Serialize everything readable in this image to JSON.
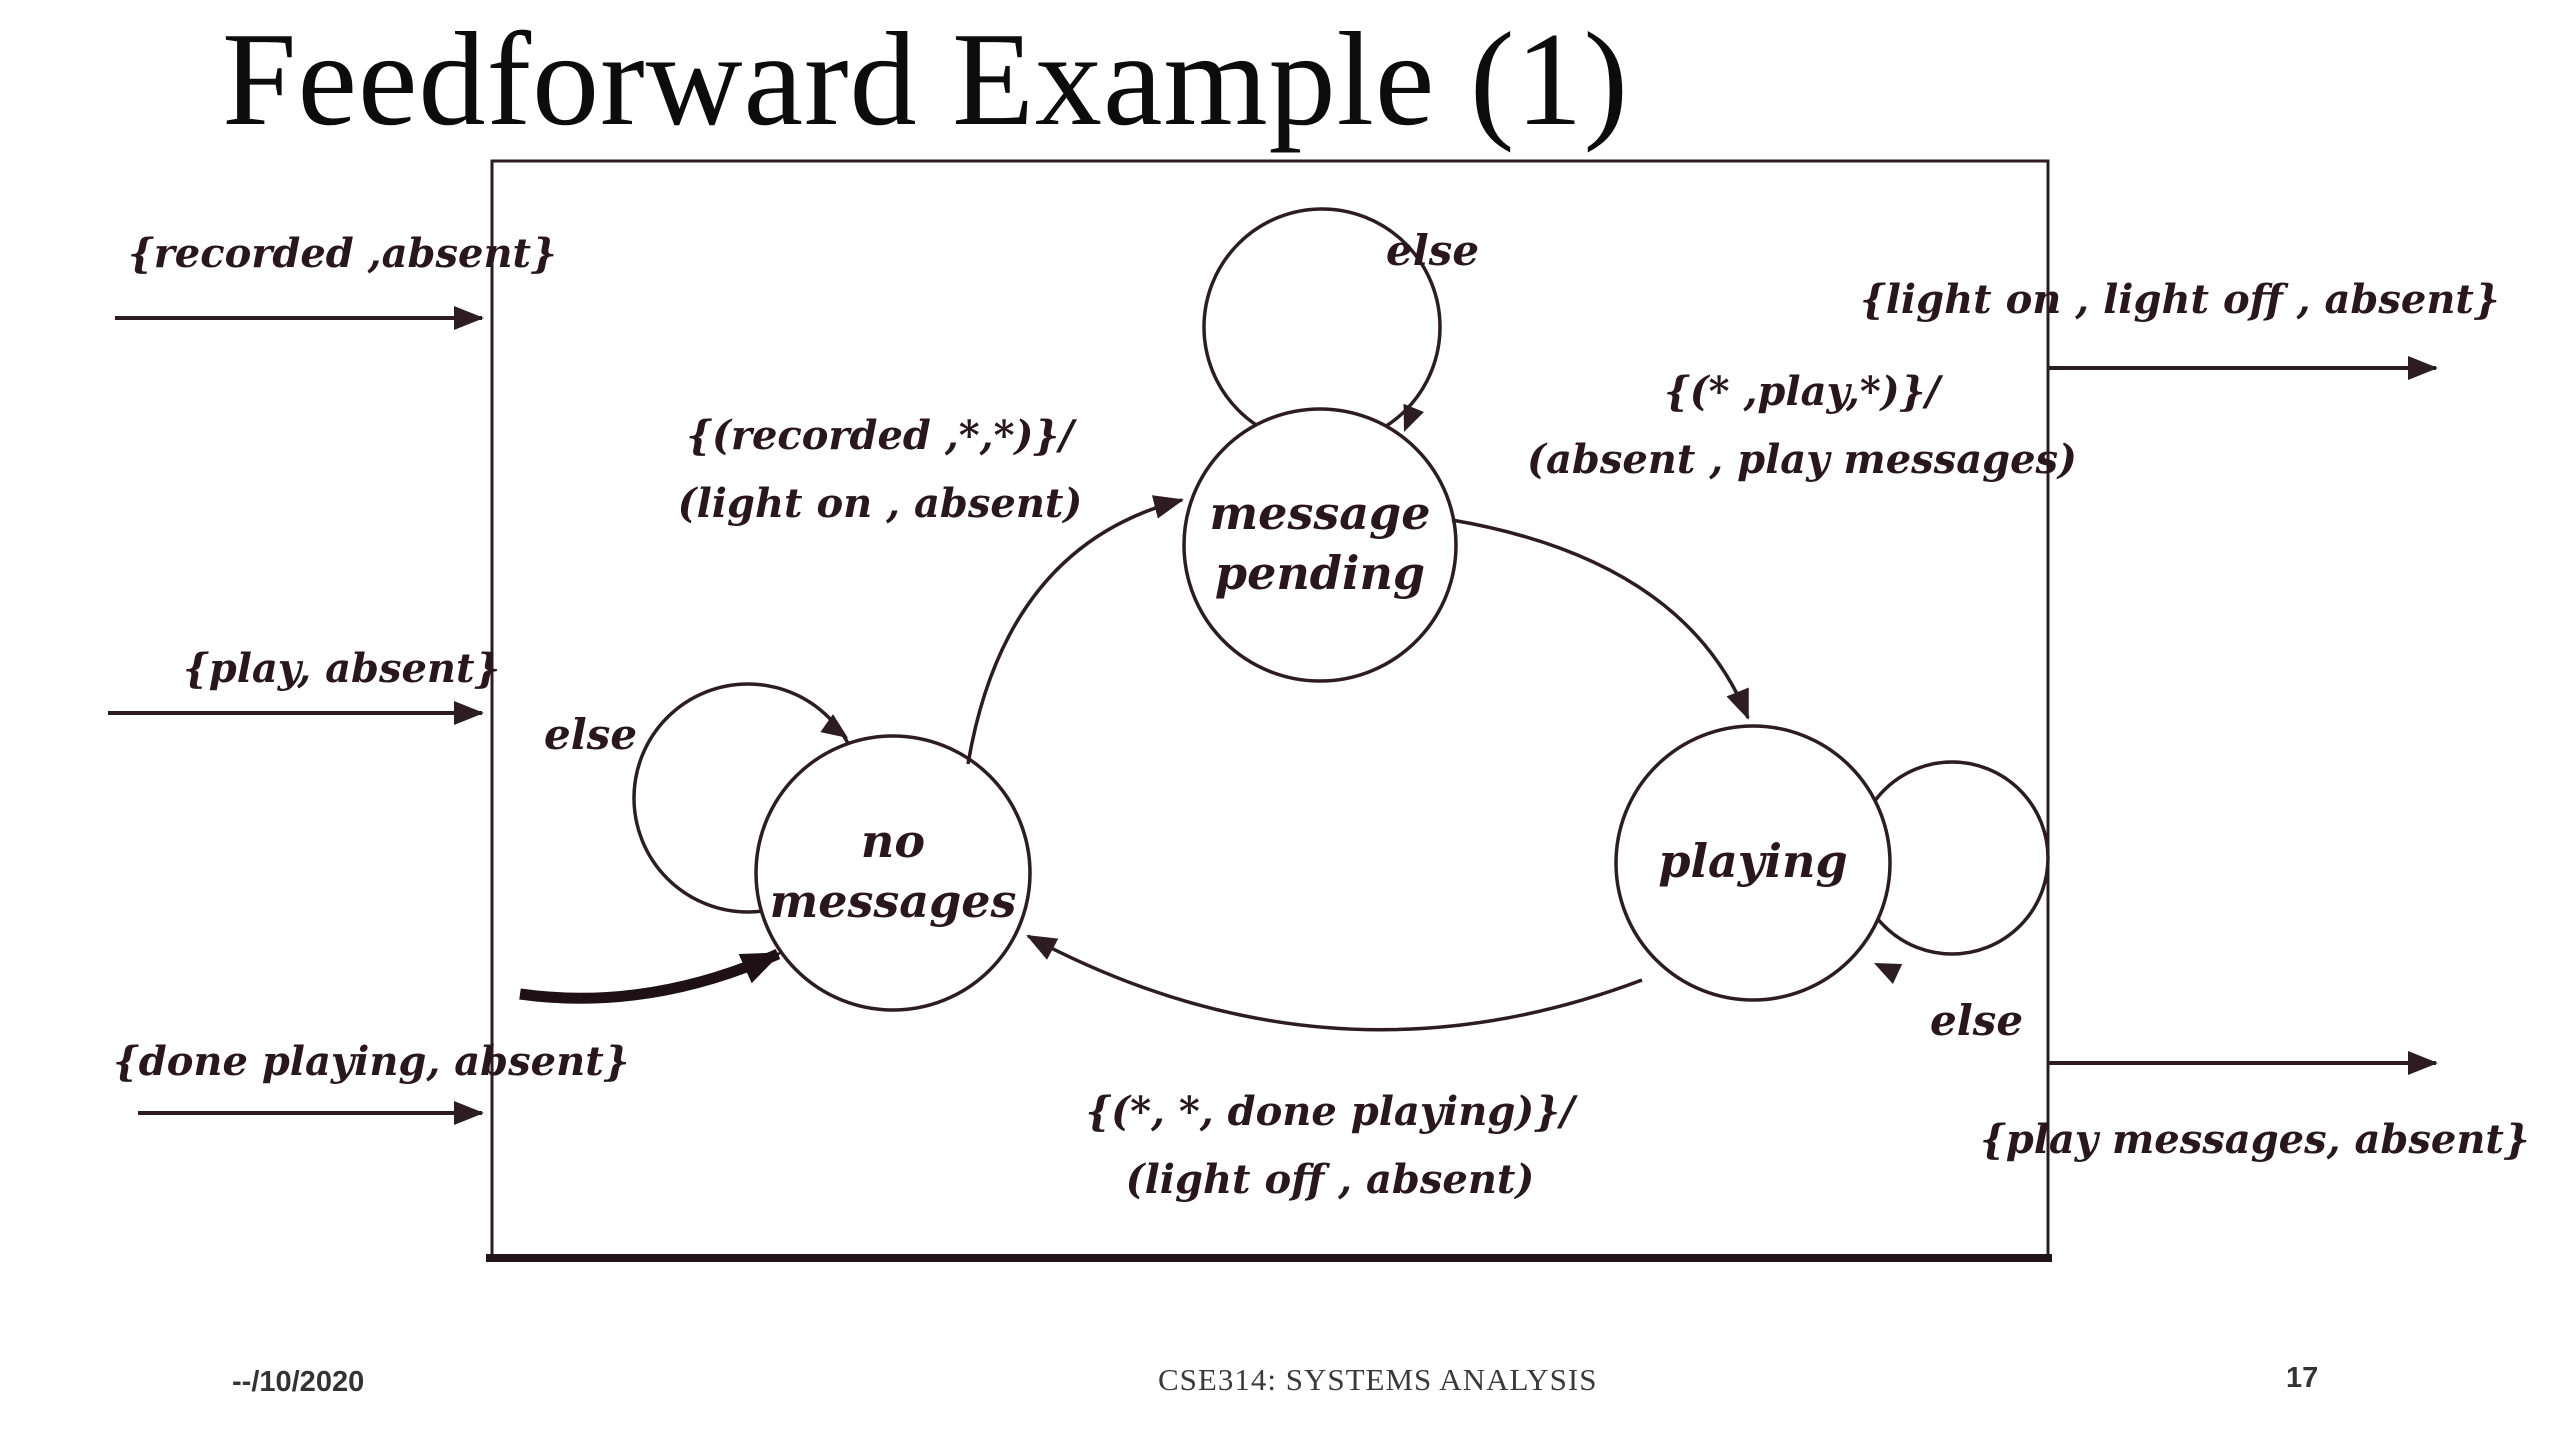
{
  "slide": {
    "title": "Feedforward Example (1)",
    "footer": {
      "date": "--/10/2020",
      "course": "CSE314: SYSTEMS ANALYSIS",
      "page_number": "17"
    }
  },
  "diagram": {
    "kind": "finite-state-machine",
    "colors": {
      "ink": "#2d1c22",
      "title_text": "#0c0c0c",
      "footer_text": "#3a3a3a",
      "background": "#ffffff"
    },
    "inputs": [
      {
        "label": "{recorded ,absent}"
      },
      {
        "label": "{play, absent}"
      },
      {
        "label": "{done playing, absent}"
      }
    ],
    "outputs": [
      {
        "label": "{light on , light off , absent}"
      },
      {
        "label": "{play messages, absent}"
      }
    ],
    "states": [
      {
        "id": "no-messages",
        "label_line1": "no",
        "label_line2": "messages",
        "initial": true,
        "self_loop_label": "else"
      },
      {
        "id": "message-pending",
        "label_line1": "message",
        "label_line2": "pending",
        "initial": false,
        "self_loop_label": "else"
      },
      {
        "id": "playing",
        "label_line1": "playing",
        "initial": false,
        "self_loop_label": "else"
      }
    ],
    "transitions": [
      {
        "from": "no-messages",
        "to": "message-pending",
        "guard": "{(recorded ,*,*)}/",
        "output": "(light on , absent)"
      },
      {
        "from": "message-pending",
        "to": "playing",
        "guard": "{(* ,play,*)}/",
        "output": "(absent , play messages)"
      },
      {
        "from": "playing",
        "to": "no-messages",
        "guard": "{(*, *, done playing)}/",
        "output": "(light off , absent)"
      }
    ]
  }
}
